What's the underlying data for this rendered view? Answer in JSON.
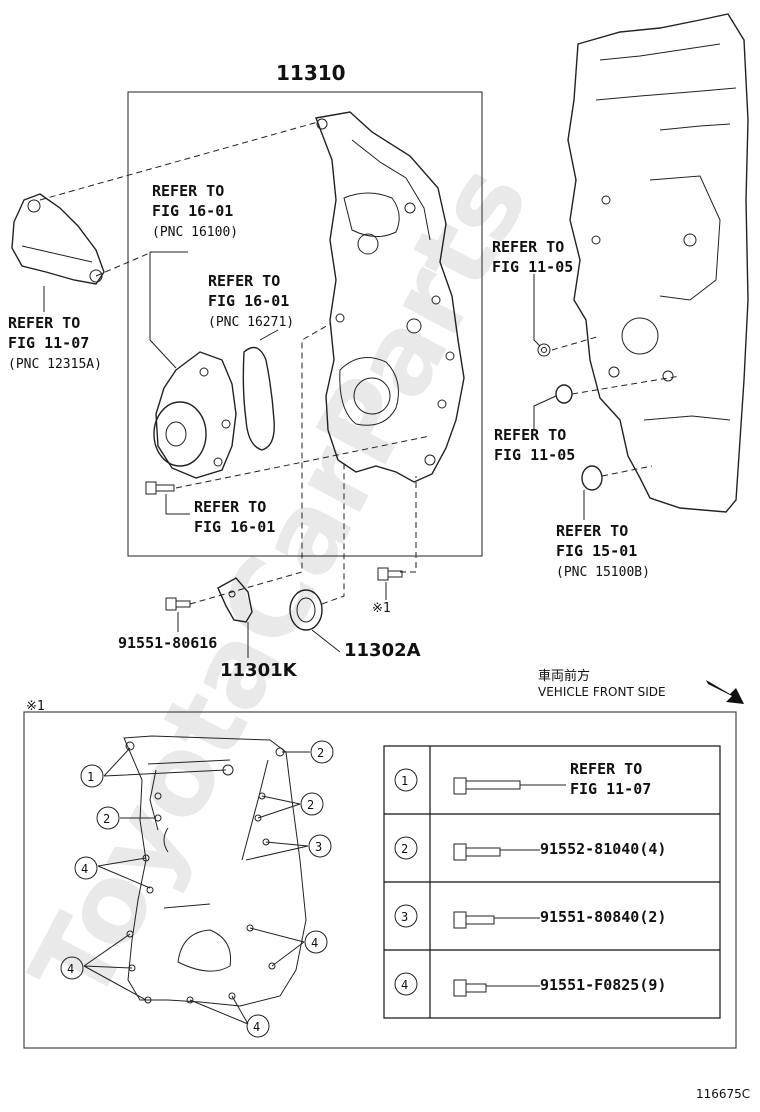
{
  "watermark": "ToyotaCarParts",
  "main_part": "11310",
  "top_refs": [
    {
      "l1": "REFER TO",
      "l2": "FIG 16-01",
      "l3": "(PNC 16100)"
    },
    {
      "l1": "REFER TO",
      "l2": "FIG 16-01",
      "l3": "(PNC 16271)"
    },
    {
      "l1": "REFER TO",
      "l2": "FIG 11-07",
      "l3": "(PNC 12315A)"
    },
    {
      "l1": "REFER TO",
      "l2": "FIG 16-01"
    },
    {
      "l1": "REFER TO",
      "l2": "FIG 11-05"
    },
    {
      "l1": "REFER TO",
      "l2": "FIG 11-05"
    },
    {
      "l1": "REFER TO",
      "l2": "FIG 15-01",
      "l3": "(PNC 15100B)"
    }
  ],
  "parts": {
    "bolt": "91551-80616",
    "sensor": "11301K",
    "seal": "11302A"
  },
  "note_mark": "※1",
  "direction": {
    "jp": "車両前方",
    "en": "VEHICLE FRONT SIDE"
  },
  "detail_mark": "※1",
  "callouts": [
    "1",
    "2",
    "3",
    "4"
  ],
  "legend": [
    {
      "num": "1",
      "l1": "REFER TO",
      "l2": "FIG 11-07"
    },
    {
      "num": "2",
      "l1": "91552-81040(4)"
    },
    {
      "num": "3",
      "l1": "91551-80840(2)"
    },
    {
      "num": "4",
      "l1": "91551-F0825(9)"
    }
  ],
  "figure_id": "116675C"
}
